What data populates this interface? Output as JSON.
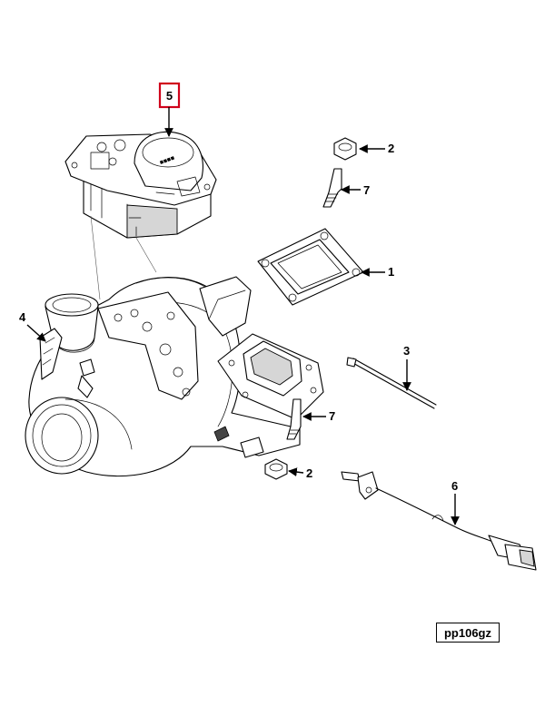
{
  "diagram": {
    "callouts": {
      "gasket": "1",
      "nut_top": "2",
      "nut_bottom": "2",
      "cable_tie": "3",
      "compressor_part": "4",
      "actuator": "5",
      "sensor": "6",
      "stud_top": "7",
      "stud_bottom": "7"
    },
    "highlight_color": "#d0021b",
    "reference_code": "pp106gz"
  }
}
